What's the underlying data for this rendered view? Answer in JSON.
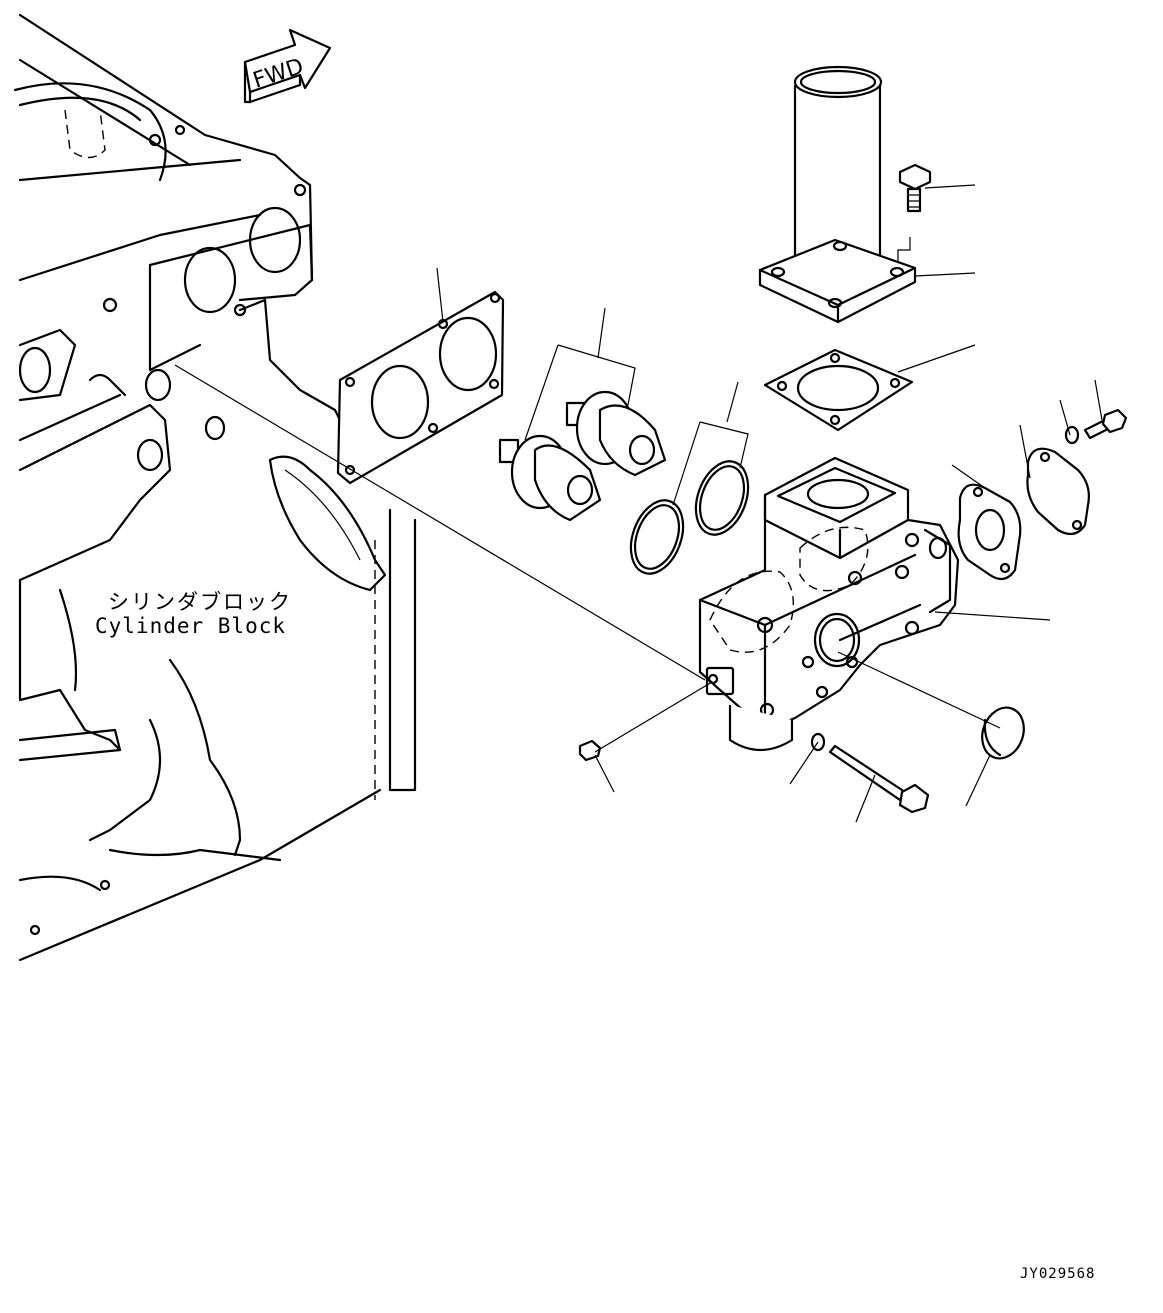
{
  "diagram": {
    "direction_arrow": {
      "label": "FWD",
      "icon": "fwd-arrow-icon"
    },
    "reference_label": {
      "japanese": "シリンダブロック",
      "english": "Cylinder Block"
    },
    "figure_id": "JY029568"
  }
}
